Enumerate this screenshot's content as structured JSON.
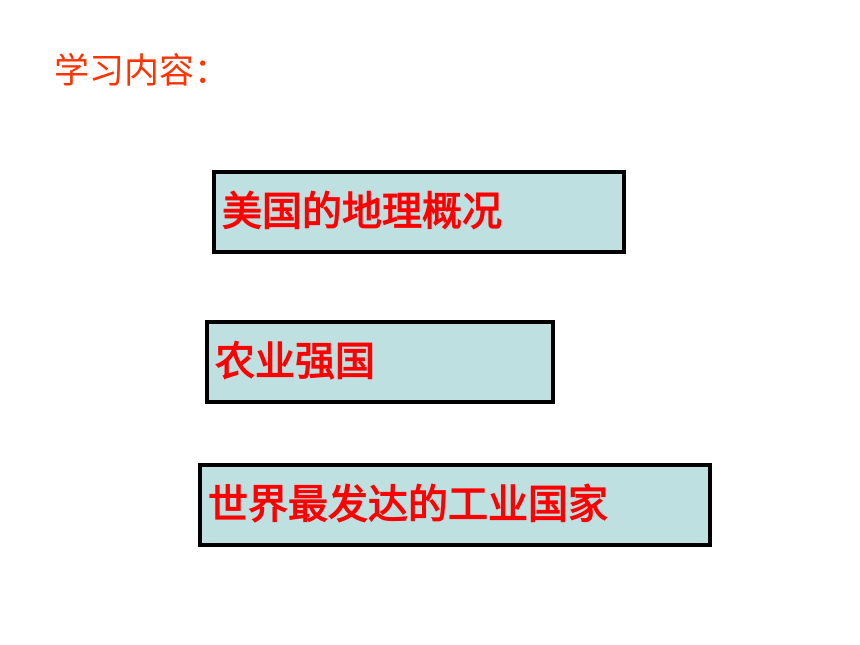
{
  "slide": {
    "heading": "学习内容：",
    "topics": [
      {
        "label": "美国的地理概况"
      },
      {
        "label": "农业强国"
      },
      {
        "label": "世界最发达的工业国家"
      }
    ]
  },
  "colors": {
    "heading_text": "#ff3300",
    "topic_text": "#ff0000",
    "topic_box_fill": "#bfe0e0",
    "topic_box_border": "#000000",
    "background": "#ffffff"
  }
}
